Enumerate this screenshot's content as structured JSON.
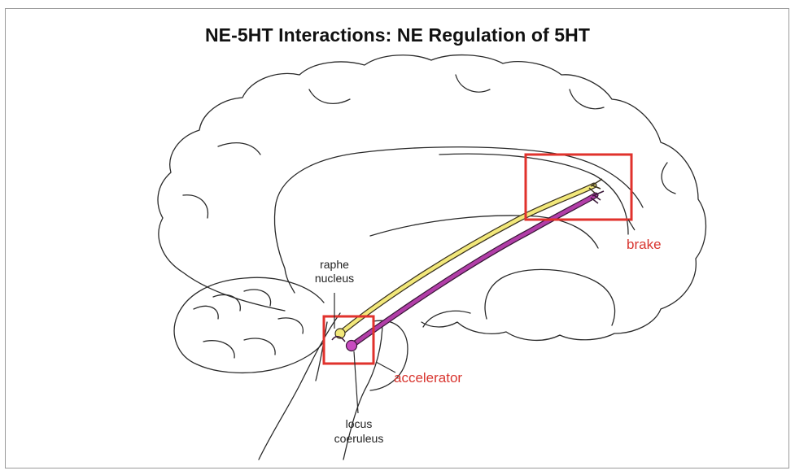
{
  "title": "NE-5HT Interactions: NE Regulation of 5HT",
  "labels": {
    "raphe_line1": "raphe",
    "raphe_line2": "nucleus",
    "locus_line1": "locus",
    "locus_line2": "coeruleus",
    "brake": "brake",
    "accelerator": "accelerator"
  },
  "colors": {
    "highlight_box": "#e0322c",
    "serotonin_pathway": "#f2e87a",
    "norepinephrine_pathway": "#b23ea8",
    "outline": "#2a2a2a",
    "label_red": "#d8352f"
  }
}
